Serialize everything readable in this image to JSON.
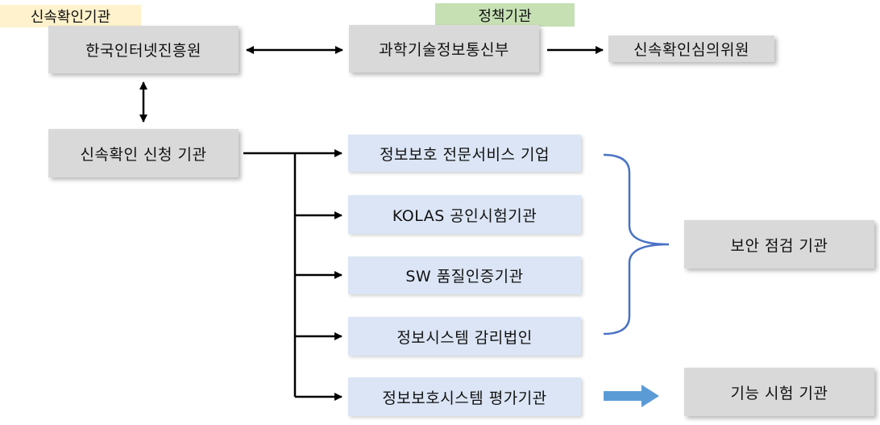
{
  "labels": {
    "confirm_agency_tag": "신속확인기관",
    "policy_agency_tag": "정책기관"
  },
  "nodes": {
    "kisa": "한국인터넷진흥원",
    "msit": "과학기술정보통신부",
    "committee": "신속확인심의위원",
    "applicant": "신속확인 신청 기관",
    "security_service": "정보보호 전문서비스 기업",
    "kolas": "KOLAS 공인시험기관",
    "sw_quality": "SW 품질인증기관",
    "audit": "정보시스템 감리법인",
    "evaluation": "정보보호시스템 평가기관",
    "security_check": "보안 점검 기관",
    "function_test": "기능 시험 기관"
  },
  "colors": {
    "gray_box": "#d9d9d9",
    "blue_box": "#dbe5f5",
    "yellow_tag": "#fff2cc",
    "green_tag": "#c6e0b4",
    "brace": "#4a72c4",
    "block_arrow": "#5b9bd5"
  }
}
